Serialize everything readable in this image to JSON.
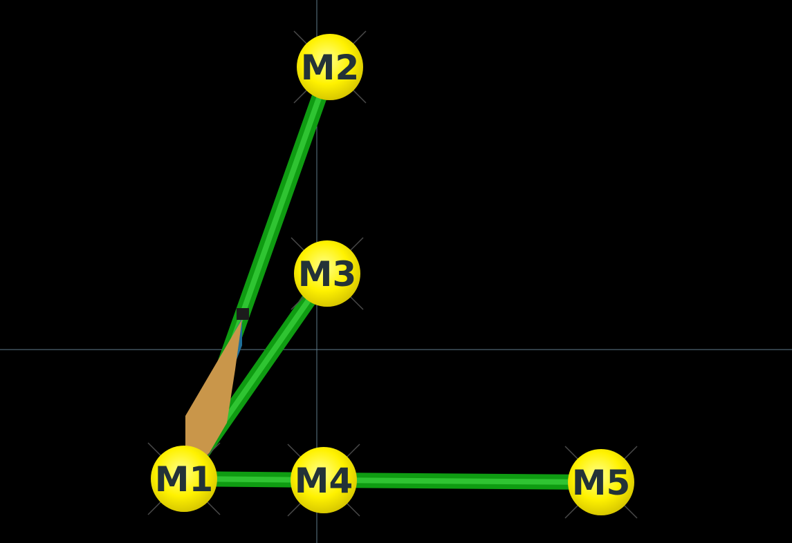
{
  "scene": {
    "background_color": "#000000",
    "axis_color": "#5f7d8c",
    "edge_color": "#0f9c12",
    "node_color": "#fff200",
    "label_color": "#233238",
    "probe_color": "#c9964a",
    "probe_accent_color": "#1f6f9a",
    "marker_color": "#1c1c1c"
  },
  "nodes": [
    {
      "id": "m1",
      "label": "M1"
    },
    {
      "id": "m2",
      "label": "M2"
    },
    {
      "id": "m3",
      "label": "M3"
    },
    {
      "id": "m4",
      "label": "M4"
    },
    {
      "id": "m5",
      "label": "M5"
    }
  ],
  "edges": [
    {
      "from": "m1",
      "to": "m2"
    },
    {
      "from": "m1",
      "to": "m3"
    },
    {
      "from": "m1",
      "to": "m4"
    },
    {
      "from": "m4",
      "to": "m5"
    }
  ]
}
